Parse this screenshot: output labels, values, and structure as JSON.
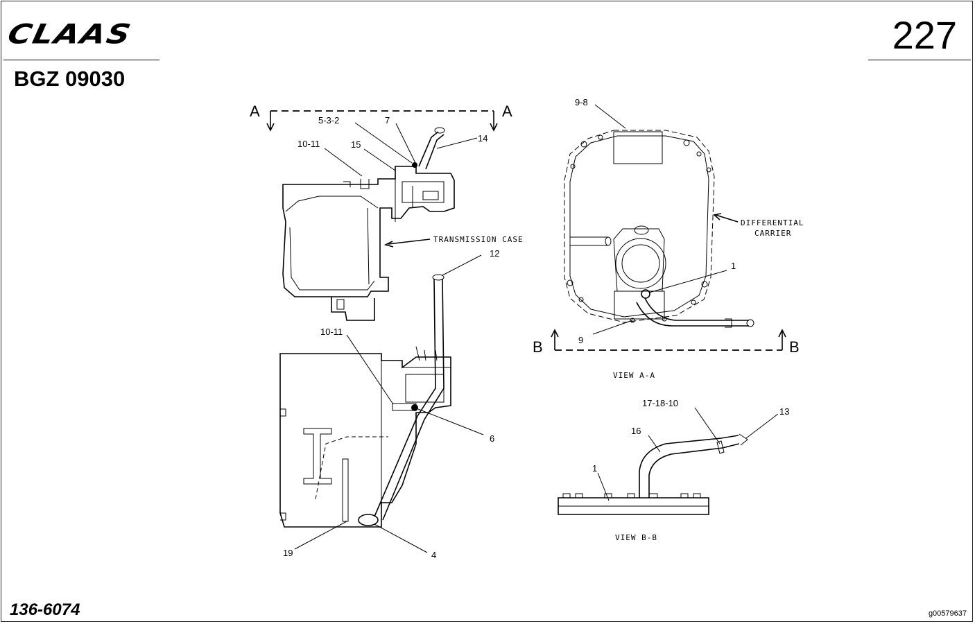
{
  "header": {
    "brand": "CLAAS",
    "page_number": "227",
    "doc_code": "BGZ 09030"
  },
  "footer": {
    "part_number": "136-6074",
    "image_id": "g00579637"
  },
  "callouts": {
    "c_5_3_2": "5-3-2",
    "c_7": "7",
    "c_14": "14",
    "c_10_11_top": "10-11",
    "c_15": "15",
    "c_12": "12",
    "c_10_11_bottom": "10-11",
    "c_6": "6",
    "c_19": "19",
    "c_4": "4",
    "c_9_8": "9-8",
    "c_1_top": "1",
    "c_9": "9",
    "c_17_18_10": "17-18-10",
    "c_13": "13",
    "c_16": "16",
    "c_1_bottom": "1"
  },
  "labels": {
    "transmission_case": "TRANSMISSION CASE",
    "differential": "DIFFERENTIAL",
    "carrier": "CARRIER",
    "view_aa": "VIEW A-A",
    "view_bb": "VIEW B-B"
  },
  "section_marks": {
    "a_left": "A",
    "a_right": "A",
    "b_left": "B",
    "b_right": "B"
  }
}
